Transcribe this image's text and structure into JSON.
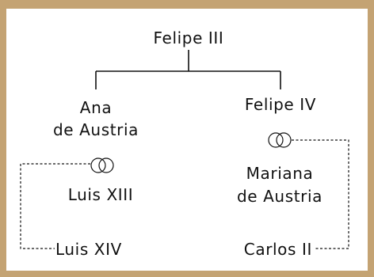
{
  "people": {
    "felipe_iii": "Felipe III",
    "ana_line1": "Ana",
    "ana_line2": "de Austria",
    "felipe_iv": "Felipe IV",
    "luis_xiii": "Luis XIII",
    "mariana_line1": "Mariana",
    "mariana_line2": "de Austria",
    "luis_xiv": "Luis XIV",
    "carlos_ii": "Carlos II"
  },
  "symbols": {
    "marriage": "interlocking-rings-icon"
  },
  "colors": {
    "frame": "#c4a373",
    "text": "#111111",
    "background": "#ffffff"
  }
}
